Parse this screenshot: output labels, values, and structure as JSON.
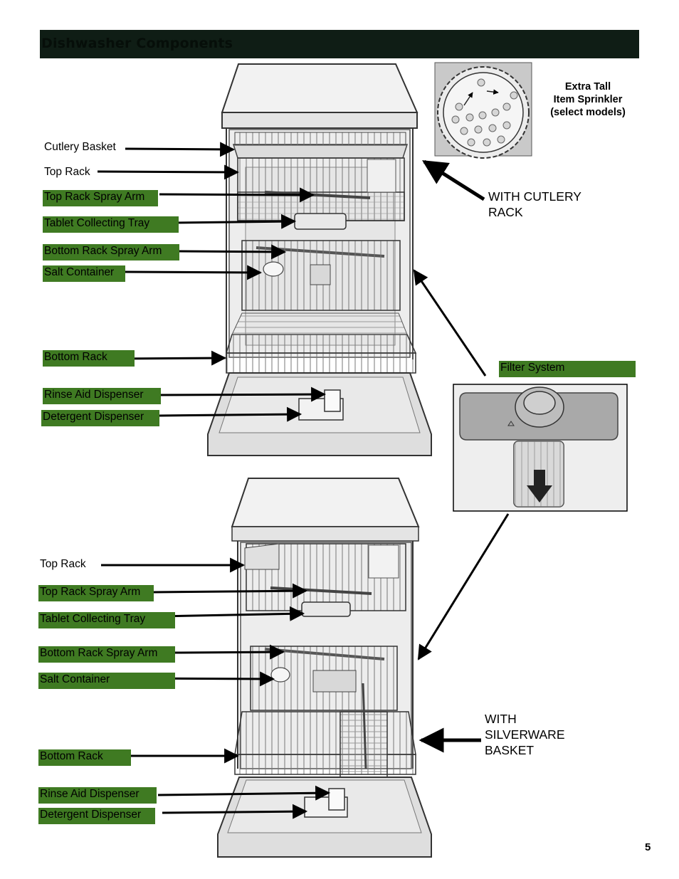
{
  "title": "Dishwasher Components",
  "page_number": "5",
  "sprinkler": {
    "line1": "Extra Tall",
    "line2": "Item Sprinkler",
    "line3": "(select models)"
  },
  "top_diagram": {
    "variant_line1": "WITH CUTLERY",
    "variant_line2": "RACK",
    "labels": [
      "Cutlery Basket",
      "Top Rack",
      "Top Rack Spray Arm",
      "Tablet Collecting Tray",
      "Bottom Rack Spray Arm",
      "Salt Container",
      "Bottom Rack",
      "Rinse Aid Dispenser",
      "Detergent Dispenser"
    ]
  },
  "filter": {
    "label": "Filter System"
  },
  "bottom_diagram": {
    "variant_line1": "WITH",
    "variant_line2": "SILVERWARE",
    "variant_line3": "BASKET",
    "labels": [
      "Top Rack",
      "Top Rack Spray Arm",
      "Tablet Collecting Tray",
      "Bottom Rack Spray Arm",
      "Salt Container",
      "Bottom Rack",
      "Rinse Aid Dispenser",
      "Detergent Dispenser"
    ]
  },
  "colors": {
    "title_bar": "#0f1d15",
    "label_highlight": "#3f7a22"
  }
}
